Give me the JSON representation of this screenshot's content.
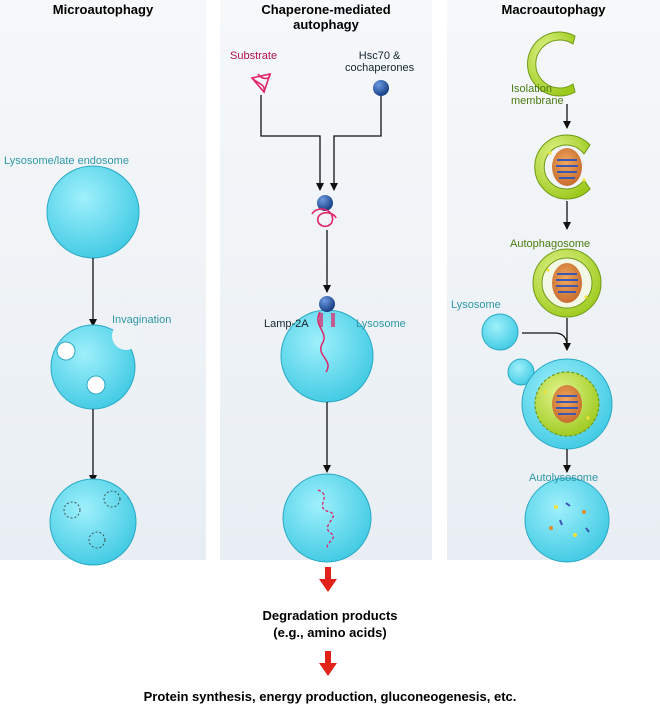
{
  "panels": {
    "micro": {
      "title": "Microautophagy",
      "lysosome_label": "Lysosome/late endosome",
      "invagination_label": "Invagination"
    },
    "cma": {
      "title": "Chaperone-mediated\nautophagy",
      "substrate_label": "Substrate",
      "hsc70_label": "Hsc70 &\ncochaperones",
      "lamp_label": "Lamp-2A",
      "lysosome_label": "Lysosome"
    },
    "macro": {
      "title": "Macroautophagy",
      "isolation_label": "Isolation\nmembrane",
      "autophagosome_label": "Autophagosome",
      "lysosome_label": "Lysosome",
      "autolysosome_label": "Autolysosome"
    }
  },
  "outcomes": {
    "degradation_line1": "Degradation products",
    "degradation_line2": "(e.g., amino acids)",
    "final": "Protein synthesis, energy production, gluconeogenesis, etc."
  },
  "colors": {
    "lysosome_fill": "#5fd8ee",
    "lysosome_stroke": "#2aa9c4",
    "membrane_green": "#a7cf2a",
    "membrane_dark_green": "#6f9a17",
    "substrate": "#e0246a",
    "chaperone": "#1f4f9e",
    "arrow_red": "#e2231a"
  }
}
